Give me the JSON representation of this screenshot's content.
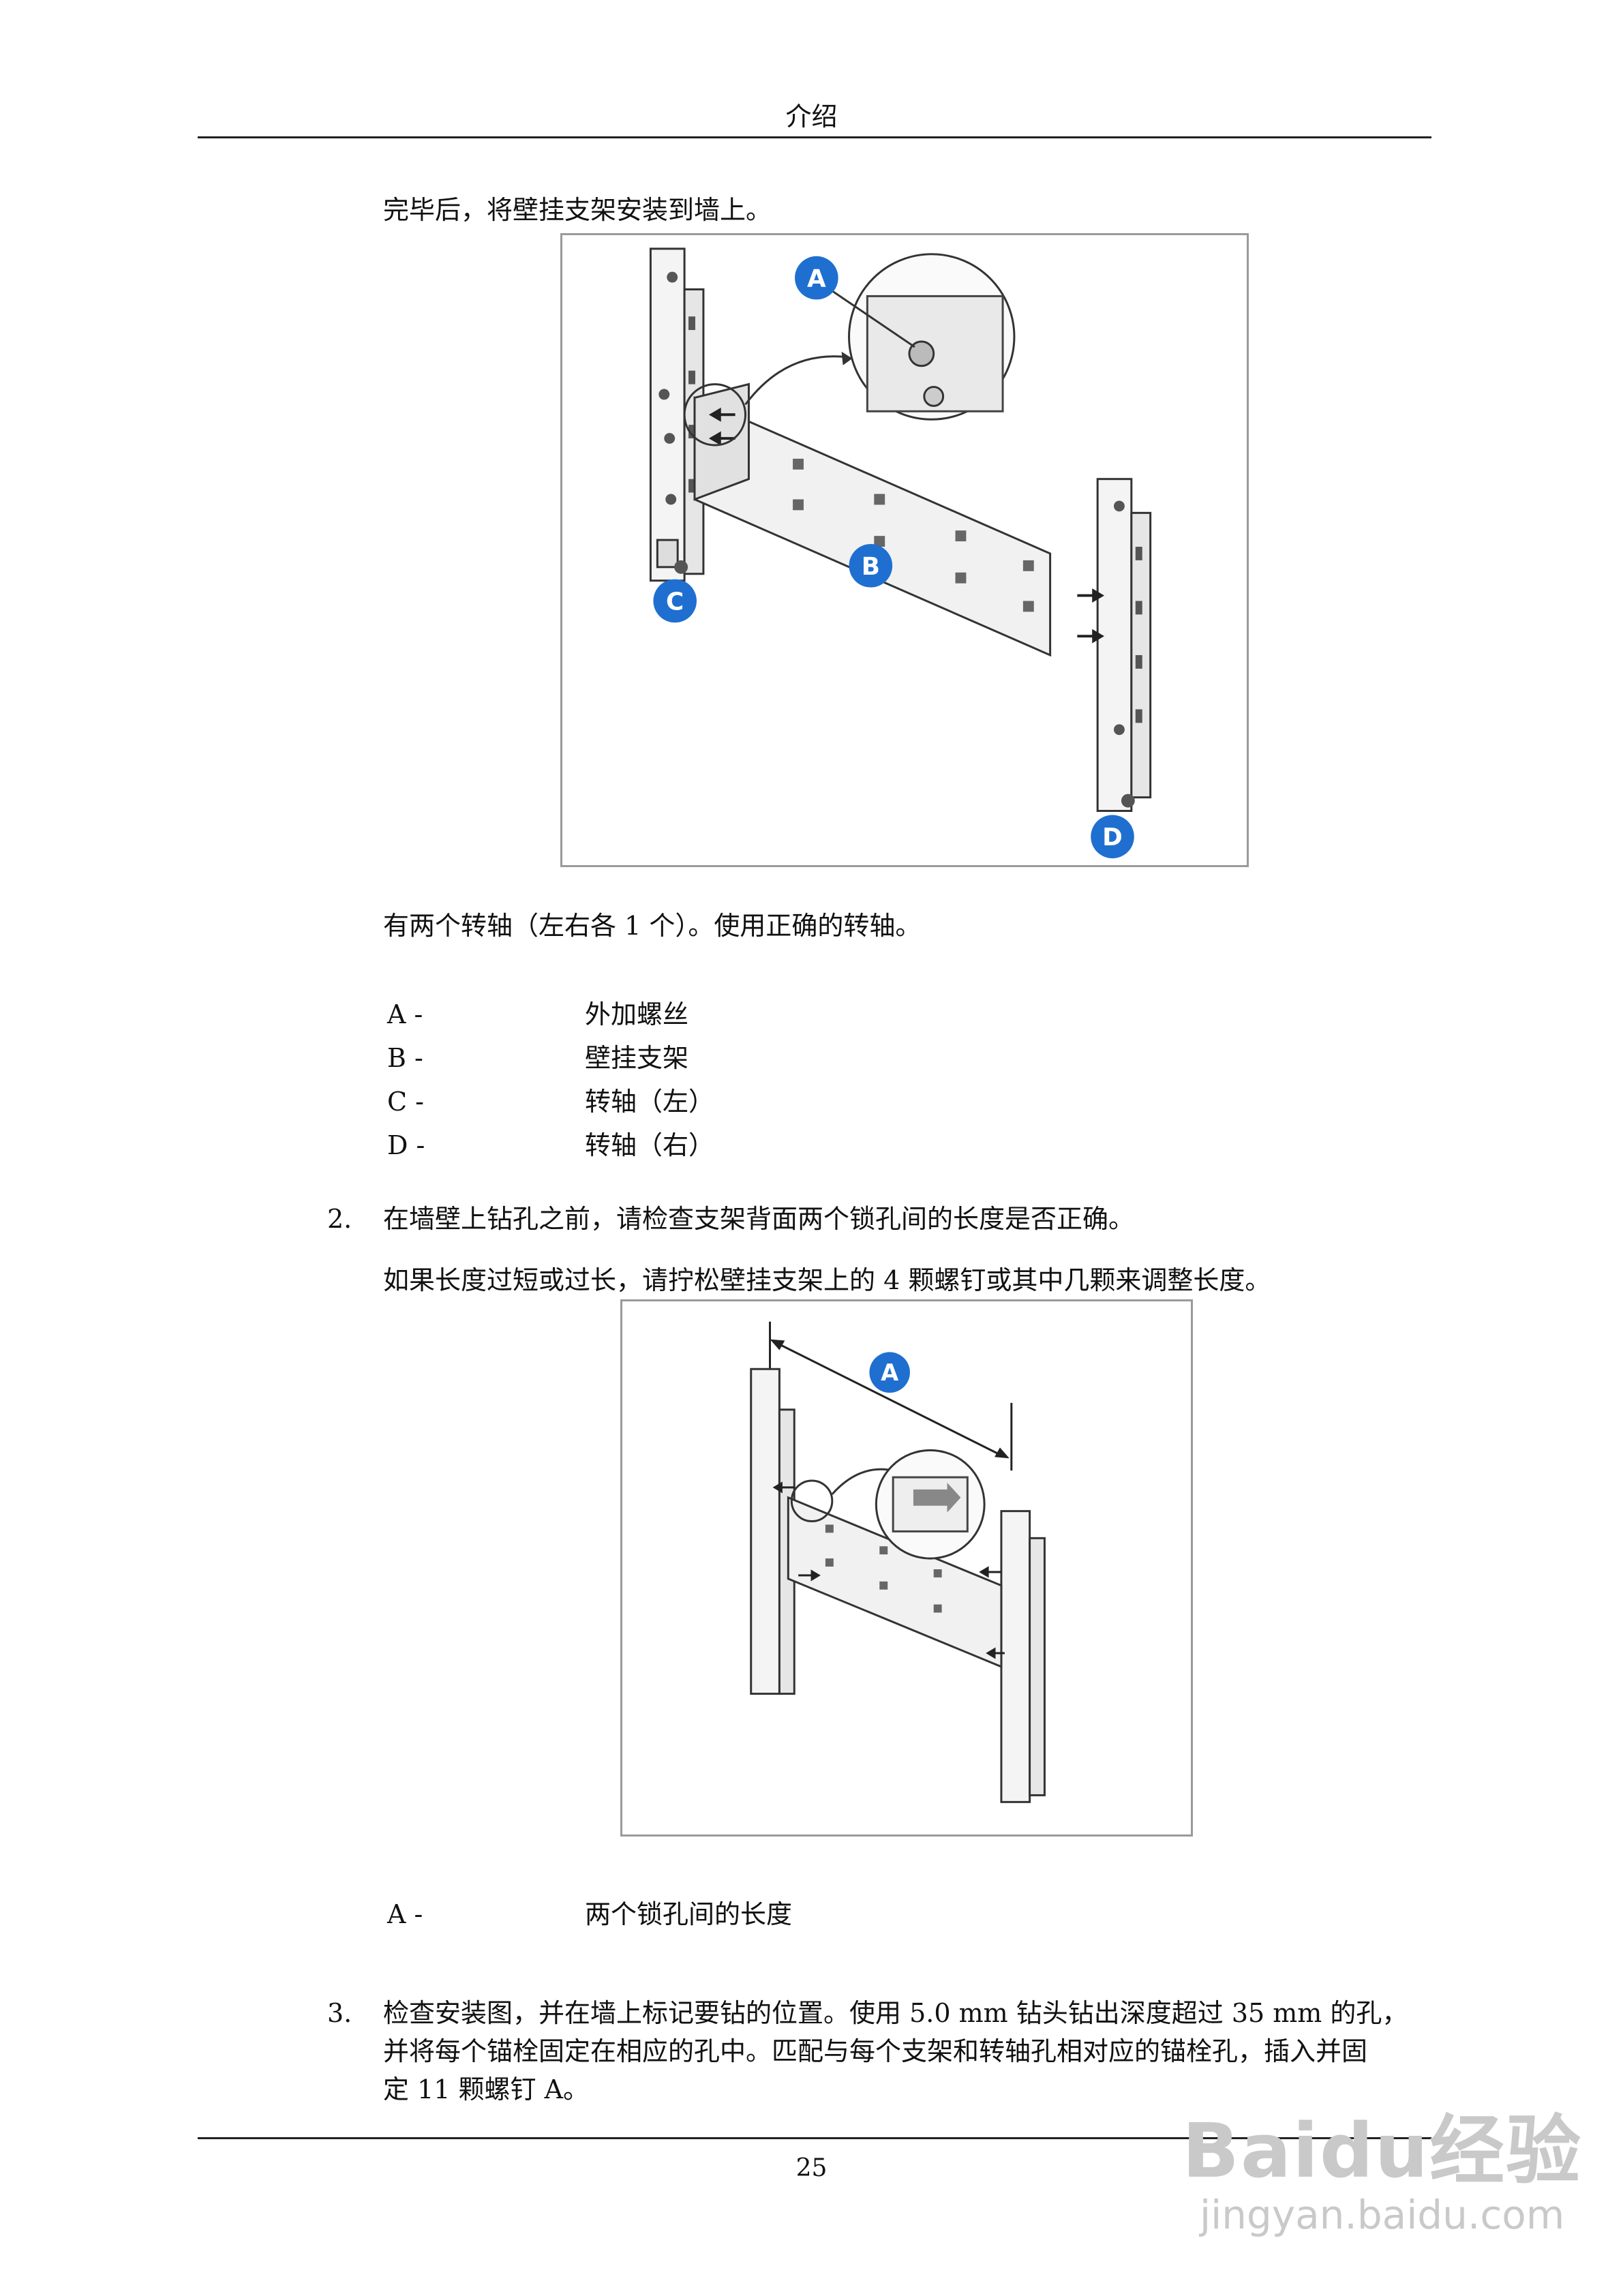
{
  "header": {
    "title": "介绍"
  },
  "intro_text": "完毕后，将壁挂支架安装到墙上。",
  "figure1": {
    "callouts": [
      "A",
      "B",
      "C",
      "D"
    ]
  },
  "pivot_note": "有两个转轴（左右各 1 个）。使用正确的转轴。",
  "legend1": [
    {
      "key": "A -",
      "value": "外加螺丝"
    },
    {
      "key": "B -",
      "value": "壁挂支架"
    },
    {
      "key": "C -",
      "value": "转轴（左）"
    },
    {
      "key": "D -",
      "value": "转轴（右）"
    }
  ],
  "step2": {
    "number": "2.",
    "text": "在墙壁上钻孔之前，请检查支架背面两个锁孔间的长度是否正确。",
    "note": "如果长度过短或过长，请拧松壁挂支架上的 4 颗螺钉或其中几颗来调整长度。"
  },
  "figure2": {
    "callouts": [
      "A"
    ]
  },
  "legend2": [
    {
      "key": "A -",
      "value": "两个锁孔间的长度"
    }
  ],
  "step3": {
    "number": "3.",
    "lines": [
      "检查安装图，并在墙上标记要钻的位置。使用 5.0 mm 钻头钻出深度超过 35 mm 的孔，",
      "并将每个锚栓固定在相应的孔中。匹配与每个支架和转轴孔相对应的锚栓孔，插入并固",
      "定 11 颗螺钉 A。"
    ]
  },
  "footer": {
    "page_number": "25"
  },
  "watermark": {
    "logo": "Baidu经验",
    "url": "jingyan.baidu.com"
  },
  "colors": {
    "callout": "#1f6fd1",
    "rule": "#222222",
    "frame": "#9a9a9a"
  }
}
